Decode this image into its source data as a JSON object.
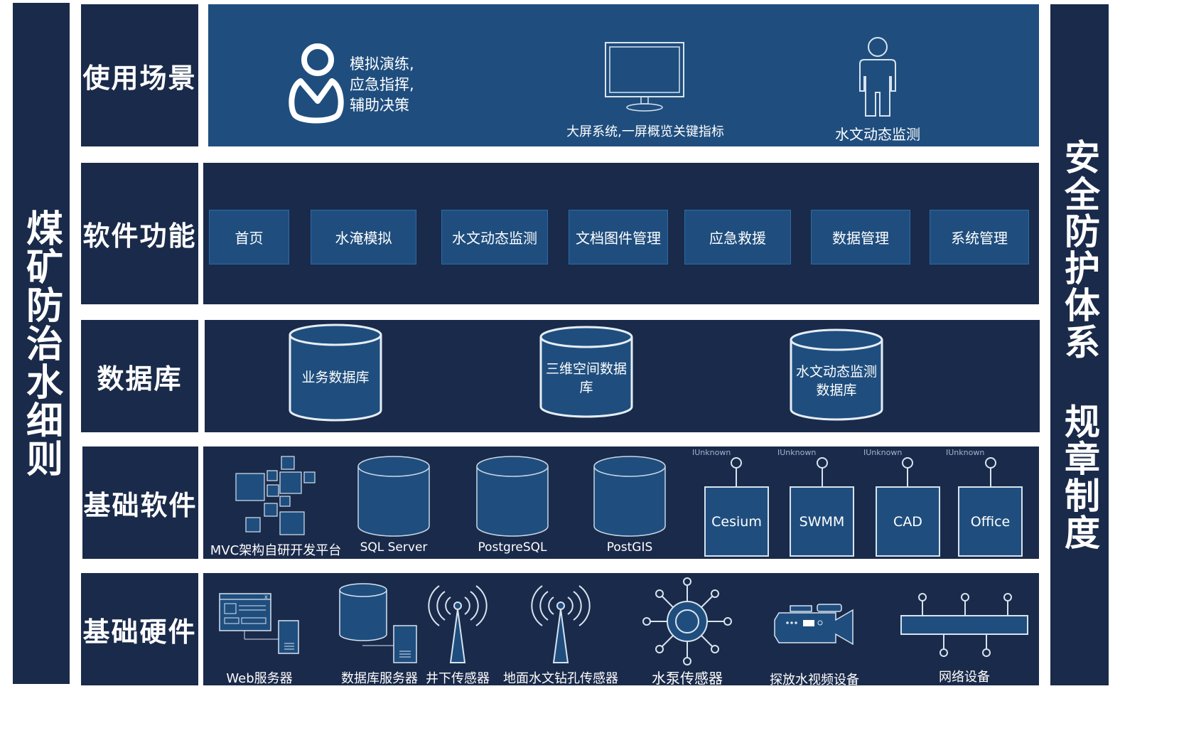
{
  "left_title": "煤矿防治水细则",
  "right_title": "安全防护体系 规章制度",
  "rows": {
    "scenario": {
      "label": "使用场景",
      "user_text": [
        "模拟演练,",
        "应急指挥,",
        "辅助决策"
      ],
      "screen_caption": "大屏系统,一屏概览关键指标",
      "person_caption": "水文动态监测"
    },
    "software": {
      "label": "软件功能",
      "items": [
        "首页",
        "水淹模拟",
        "水文动态监测",
        "文档图件管理",
        "应急救援",
        "数据管理",
        "系统管理"
      ]
    },
    "database": {
      "label": "数据库",
      "items": [
        {
          "line1": "业务数据库",
          "line2": ""
        },
        {
          "line1": "三维空间数据",
          "line2": "库"
        },
        {
          "line1": "水文动态监测",
          "line2": "数据库"
        }
      ]
    },
    "base_software": {
      "label": "基础软件",
      "platform": "MVC架构自研开发平台",
      "dbs": [
        "SQL Server",
        "PostgreSQL",
        "PostGIS"
      ],
      "tools": [
        "Cesium",
        "SWMM",
        "CAD",
        "Office"
      ],
      "unknown_label": "IUnknown"
    },
    "hardware": {
      "label": "基础硬件",
      "items": [
        "Web服务器",
        "数据库服务器",
        "井下传感器",
        "地面水文钻孔传感器",
        "水泵传感器",
        "探放水视频设备",
        "网络设备"
      ]
    }
  },
  "colors": {
    "dark": "#1a2a4a",
    "blue": "#1f4e7e",
    "line": "#d8e3ef"
  }
}
